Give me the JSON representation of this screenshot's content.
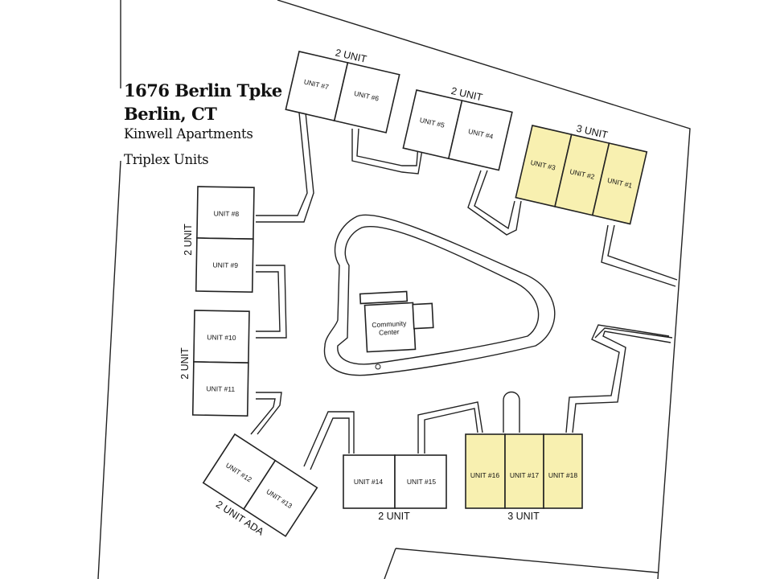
{
  "header": {
    "address_line1": "1676 Berlin Tpke",
    "address_line2": "Berlin, CT",
    "property_name": "Kinwell Apartments",
    "subtitle": "Triplex Units"
  },
  "colors": {
    "highlight": "#f8f0b0",
    "default": "#ffffff",
    "stroke": "#222222"
  },
  "buildings": [
    {
      "id": "b-7-6",
      "group_label": "2 UNIT",
      "highlighted": false,
      "units": [
        "UNIT #7",
        "UNIT #6"
      ]
    },
    {
      "id": "b-5-4",
      "group_label": "2 UNIT",
      "highlighted": false,
      "units": [
        "UNIT #5",
        "UNIT #4"
      ]
    },
    {
      "id": "b-3-2-1",
      "group_label": "3 UNIT",
      "highlighted": true,
      "units": [
        "UNIT #3",
        "UNIT #2",
        "UNIT #1"
      ]
    },
    {
      "id": "b-8-9",
      "group_label": "2 UNIT",
      "highlighted": false,
      "units": [
        "UNIT #8",
        "UNIT #9"
      ]
    },
    {
      "id": "b-10-11",
      "group_label": "2 UNIT",
      "highlighted": false,
      "units": [
        "UNIT #10",
        "UNIT #11"
      ]
    },
    {
      "id": "b-12-13",
      "group_label": "2 UNIT ADA",
      "highlighted": false,
      "units": [
        "UNIT #12",
        "UNIT #13"
      ]
    },
    {
      "id": "b-14-15",
      "group_label": "2 UNIT",
      "highlighted": false,
      "units": [
        "UNIT #14",
        "UNIT #15"
      ]
    },
    {
      "id": "b-16-17-18",
      "group_label": "3 UNIT",
      "highlighted": true,
      "units": [
        "UNIT #16",
        "UNIT #17",
        "UNIT #18"
      ]
    }
  ],
  "community_center": {
    "label_line1": "Community",
    "label_line2": "Center"
  }
}
